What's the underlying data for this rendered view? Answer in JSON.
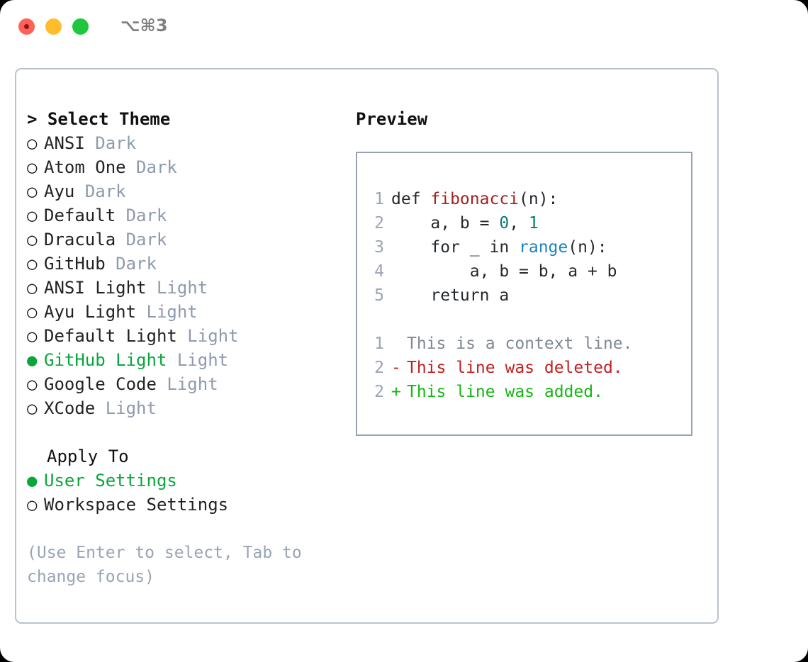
{
  "window": {
    "shortcut_label": "⌥⌘3",
    "traffic_lights": [
      {
        "name": "close",
        "color": "#ff6159"
      },
      {
        "name": "minimize",
        "color": "#ffbd2e"
      },
      {
        "name": "zoom",
        "color": "#1fc73d"
      }
    ]
  },
  "colors": {
    "selected_green": "#0aa63c",
    "muted_gray": "#8f9aac",
    "panel_border": "#b9c2cf",
    "preview_border": "#97a3b5",
    "diff_add": "#14b814",
    "diff_del": "#c32020",
    "code_function": "#a6211c",
    "code_number": "#0a7d72",
    "code_keyword": "#1a82c4"
  },
  "theme_picker": {
    "caret": ">",
    "title": "Select Theme",
    "bullet_unselected": "○",
    "bullet_selected": "●",
    "items": [
      {
        "name": "ANSI",
        "variant": "Dark",
        "selected": false
      },
      {
        "name": "Atom One",
        "variant": "Dark",
        "selected": false
      },
      {
        "name": "Ayu",
        "variant": "Dark",
        "selected": false
      },
      {
        "name": "Default",
        "variant": "Dark",
        "selected": false
      },
      {
        "name": "Dracula",
        "variant": "Dark",
        "selected": false
      },
      {
        "name": "GitHub",
        "variant": "Dark",
        "selected": false
      },
      {
        "name": "ANSI Light",
        "variant": "Light",
        "selected": false
      },
      {
        "name": "Ayu Light",
        "variant": "Light",
        "selected": false
      },
      {
        "name": "Default Light",
        "variant": "Light",
        "selected": false
      },
      {
        "name": "GitHub Light",
        "variant": "Light",
        "selected": true
      },
      {
        "name": "Google Code",
        "variant": "Light",
        "selected": false
      },
      {
        "name": "XCode",
        "variant": "Light",
        "selected": false
      }
    ]
  },
  "apply_to": {
    "title": "Apply To",
    "items": [
      {
        "name": "User Settings",
        "selected": true
      },
      {
        "name": "Workspace Settings",
        "selected": false
      }
    ]
  },
  "hint": "(Use Enter to select, Tab to change focus)",
  "preview": {
    "title": "Preview",
    "code_lines": [
      {
        "num": "1",
        "tokens": [
          {
            "t": "def ",
            "c": "plain"
          },
          {
            "t": "fibonacci",
            "c": "fn"
          },
          {
            "t": "(n):",
            "c": "plain"
          }
        ]
      },
      {
        "num": "2",
        "tokens": [
          {
            "t": "    a, b = ",
            "c": "plain"
          },
          {
            "t": "0",
            "c": "num"
          },
          {
            "t": ", ",
            "c": "plain"
          },
          {
            "t": "1",
            "c": "num"
          }
        ]
      },
      {
        "num": "3",
        "tokens": [
          {
            "t": "    for _ in ",
            "c": "plain"
          },
          {
            "t": "range",
            "c": "kw"
          },
          {
            "t": "(n):",
            "c": "plain"
          }
        ]
      },
      {
        "num": "4",
        "tokens": [
          {
            "t": "        a, b = b, a + b",
            "c": "plain"
          }
        ]
      },
      {
        "num": "5",
        "tokens": [
          {
            "t": "    return a",
            "c": "plain"
          }
        ]
      }
    ],
    "diff_lines": [
      {
        "num": "1",
        "marker": " ",
        "text": "This is a context line.",
        "kind": "ctx"
      },
      {
        "num": "2",
        "marker": "-",
        "text": "This line was deleted.",
        "kind": "del"
      },
      {
        "num": "2",
        "marker": "+",
        "text": "This line was added.",
        "kind": "add"
      }
    ]
  }
}
